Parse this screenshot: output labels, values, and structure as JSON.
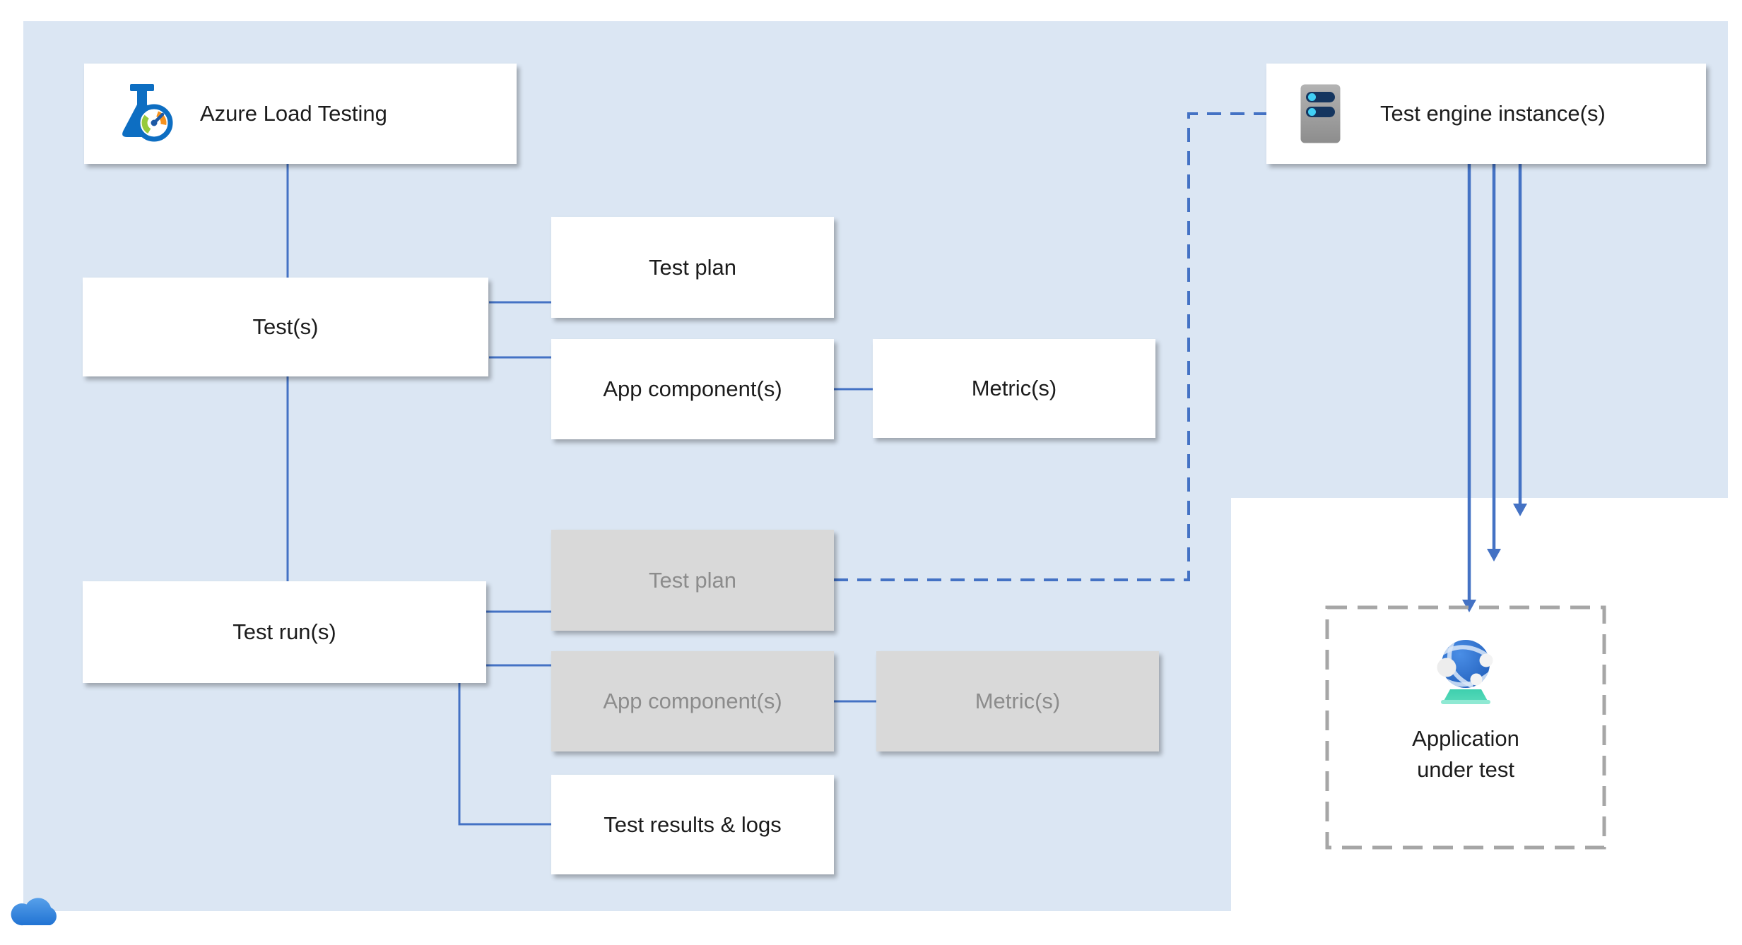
{
  "nodes": {
    "azure": {
      "label": "Azure Load Testing",
      "icon": "load-testing-flask-gauge-icon"
    },
    "engine": {
      "label": "Test engine instance(s)",
      "icon": "server-icon"
    },
    "tests": {
      "label": "Test(s)"
    },
    "test_plan": {
      "label": "Test plan"
    },
    "app_components": {
      "label": "App component(s)"
    },
    "metrics": {
      "label": "Metric(s)"
    },
    "test_runs": {
      "label": "Test run(s)"
    },
    "test_plan_run": {
      "label": "Test plan"
    },
    "app_components_run": {
      "label": "App component(s)"
    },
    "metrics_run": {
      "label": "Metric(s)"
    },
    "test_results": {
      "label": "Test results & logs"
    },
    "application": {
      "line1": "Application",
      "line2": "under test",
      "icon": "web-app-globe-icon"
    }
  },
  "decor": {
    "cloud": "cloud-icon"
  },
  "colors": {
    "background_blue": "#dbe6f3",
    "connector_blue": "#4472c4",
    "box_white": "#ffffff",
    "gray_box_fill": "#d9d9d9",
    "gray_box_text": "#8c8c8c",
    "dashed_border_gray": "#a6a6a6",
    "flask_blue": "#0d6ec2",
    "gauge_green": "#97ca3d",
    "gauge_orange": "#f6921e",
    "gauge_needle": "#1c59a5",
    "server_body_gray": "#9d9d9d",
    "server_bar_navy": "#14355f",
    "server_dot_cyan": "#41d0f5",
    "globe_blue": "#2e6fd4",
    "stand_teal": "#4ed3b1",
    "cloud_blue": "#3286e0"
  }
}
